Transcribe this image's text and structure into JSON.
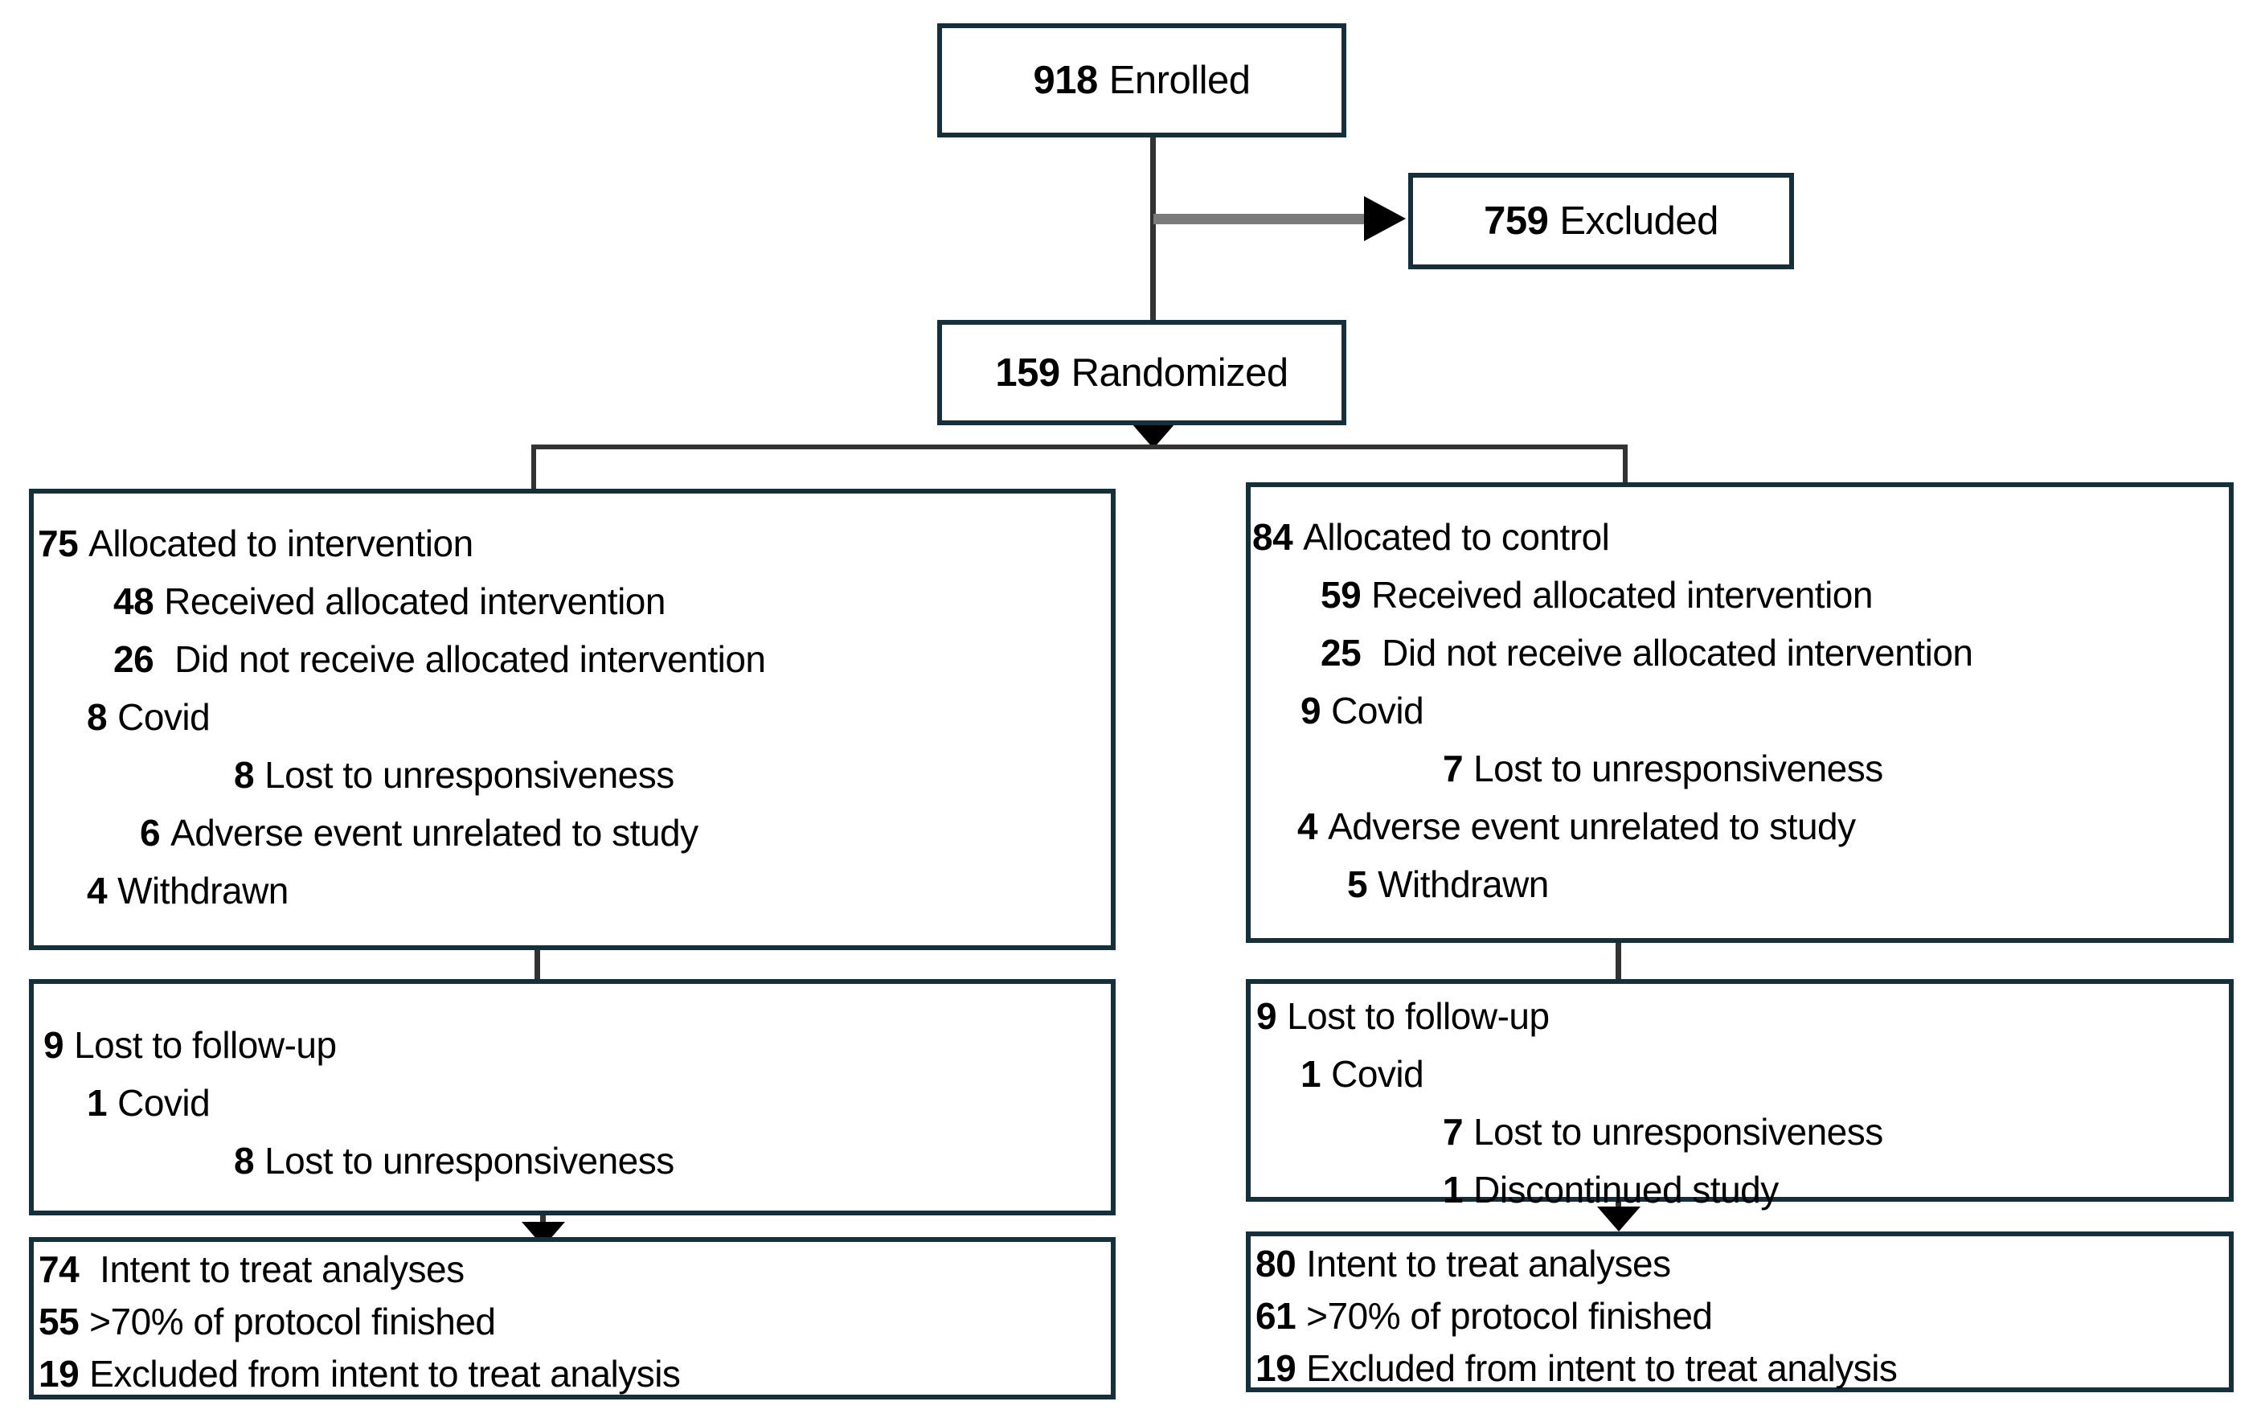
{
  "diagram_type": "consort-flow-diagram",
  "colors": {
    "background": "#ffffff",
    "box_border": "#14303d",
    "connector_line": "#333333",
    "excluded_arrow_shaft": "#7b7b7b",
    "arrowhead": "#000000",
    "text": "#000000"
  },
  "boxes": {
    "enrolled": {
      "num": "918",
      "label": "Enrolled"
    },
    "excluded": {
      "num": "759",
      "label": "Excluded"
    },
    "randomized": {
      "num": "159",
      "label": "Randomized"
    },
    "left_allocated": {
      "lines": [
        {
          "num": "75",
          "text": "Allocated to intervention"
        },
        {
          "num": "48",
          "text": "Received allocated intervention"
        },
        {
          "num": "26",
          "text": "Did not receive allocated intervention"
        },
        {
          "num": "8",
          "text": "Covid"
        },
        {
          "num": "8",
          "text": "Lost to unresponsiveness"
        },
        {
          "num": "6",
          "text": "Adverse event unrelated to study"
        },
        {
          "num": "4",
          "text": "Withdrawn"
        }
      ]
    },
    "right_allocated": {
      "lines": [
        {
          "num": "84",
          "text": "Allocated to control"
        },
        {
          "num": "59",
          "text": "Received allocated intervention"
        },
        {
          "num": "25",
          "text": "Did not receive allocated intervention"
        },
        {
          "num": "9",
          "text": "Covid"
        },
        {
          "num": "7",
          "text": "Lost to unresponsiveness"
        },
        {
          "num": "4",
          "text": "Adverse event unrelated to study"
        },
        {
          "num": "5",
          "text": "Withdrawn"
        }
      ]
    },
    "left_followup": {
      "lines": [
        {
          "num": "9",
          "text": "Lost to follow-up"
        },
        {
          "num": "1",
          "text": "Covid"
        },
        {
          "num": "8",
          "text": "Lost to unresponsiveness"
        }
      ]
    },
    "right_followup": {
      "lines": [
        {
          "num": "9",
          "text": "Lost to follow-up"
        },
        {
          "num": "1",
          "text": "Covid"
        },
        {
          "num": "7",
          "text": "Lost to unresponsiveness"
        },
        {
          "num": "1",
          "text": "Discontinued study"
        }
      ]
    },
    "left_itt": {
      "lines": [
        {
          "num": "74",
          "text": "Intent to treat analyses"
        },
        {
          "num": "55",
          "text": ">70% of protocol finished"
        },
        {
          "num": "19",
          "text": "Excluded from intent to treat analysis"
        }
      ]
    },
    "right_itt": {
      "lines": [
        {
          "num": "80",
          "text": "Intent to treat analyses"
        },
        {
          "num": "61",
          "text": ">70% of protocol finished"
        },
        {
          "num": "19",
          "text": "Excluded from intent to treat analysis"
        }
      ]
    }
  }
}
